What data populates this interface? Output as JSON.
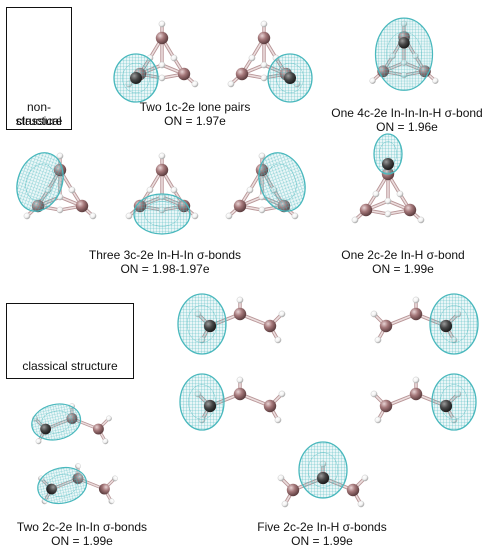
{
  "colors": {
    "indium": "#a5787a",
    "hydrogen": "#f2f2f2",
    "bond": "#d9c3c4",
    "orbital": "#49b8bd",
    "core": "#474747"
  },
  "boxes": {
    "non_classical": {
      "line1": "non-classical",
      "line2": "structure"
    },
    "classical": {
      "line1": "classical structure"
    }
  },
  "captions": {
    "lone_pairs": {
      "title": "Two 1c-2e lone pairs",
      "on": "ON = 1.97e"
    },
    "four_center": {
      "title": "One 4c-2e In-In-In-H σ-bond",
      "on": "ON = 1.96e"
    },
    "three_center": {
      "title": "Three 3c-2e In-H-In σ-bonds",
      "on": "ON = 1.98-1.97e"
    },
    "two_center_h": {
      "title": "One 2c-2e In-H σ-bond",
      "on": "ON = 1.99e"
    },
    "in_in": {
      "title": "Two 2c-2e In-In σ-bonds",
      "on": "ON = 1.99e"
    },
    "five_in_h": {
      "title": "Five 2c-2e In-H σ-bonds",
      "on": "ON = 1.99e"
    }
  }
}
